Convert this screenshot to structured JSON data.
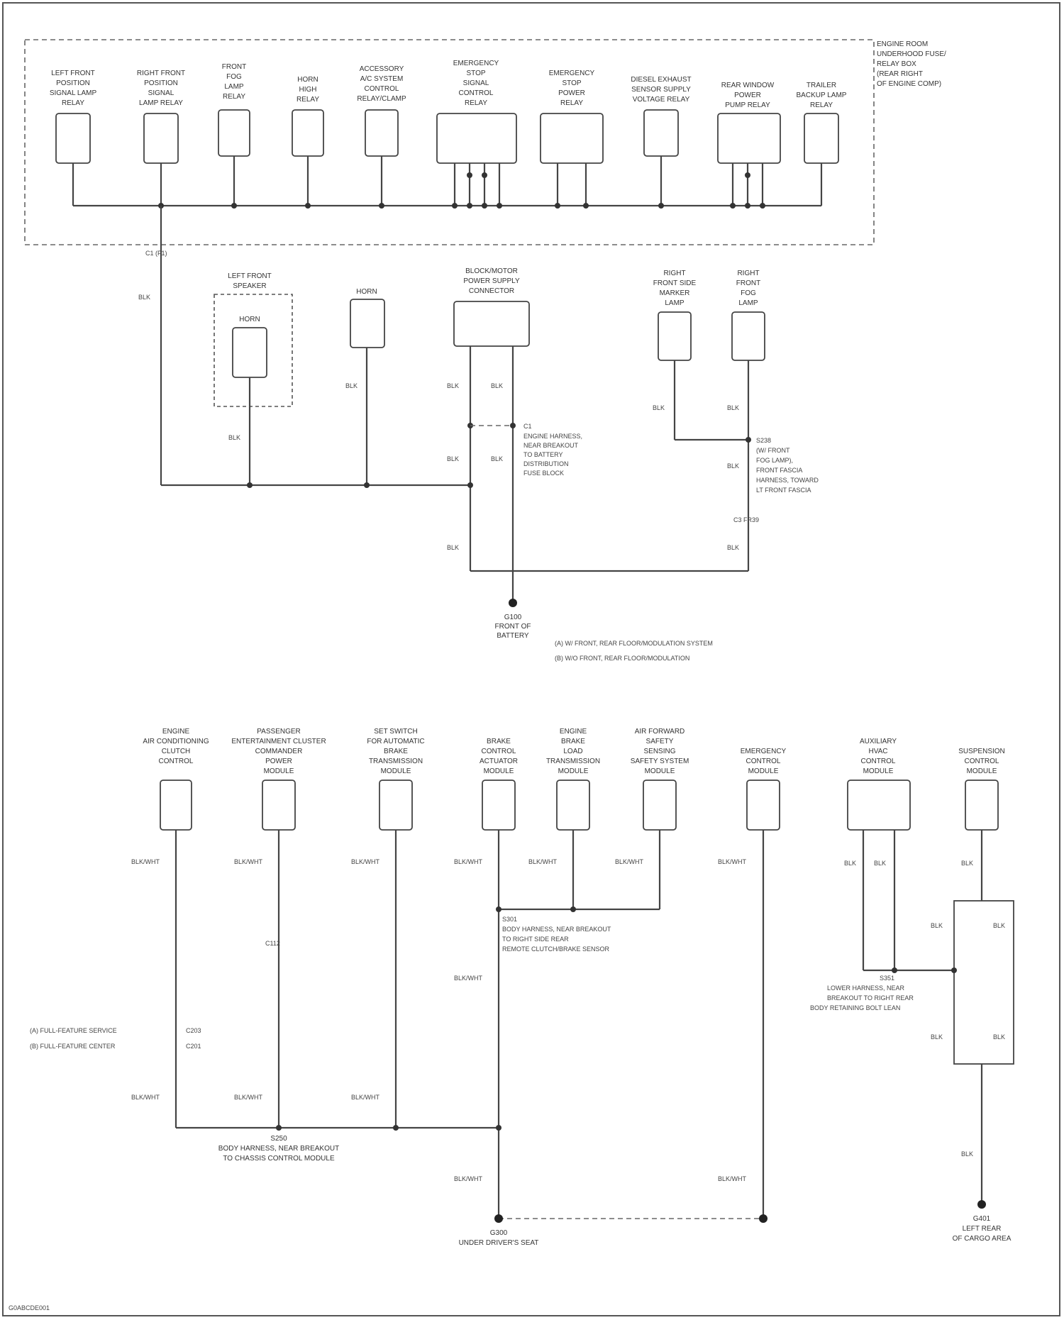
{
  "diagram": {
    "footer_code": "G0ABCDE001",
    "top_panel": {
      "title": [
        "ENGINE ROOM",
        "UNDERHOOD FUSE/",
        "RELAY BOX",
        "(REAR RIGHT",
        "OF ENGINE COMP)"
      ],
      "wire_label": "BLK",
      "connector_label": "C1 (F1)",
      "components": [
        {
          "label": [
            "LEFT FRONT",
            "POSITION",
            "SIGNAL LAMP",
            "RELAY"
          ]
        },
        {
          "label": [
            "RIGHT FRONT",
            "POSITION",
            "SIGNAL",
            "LAMP RELAY"
          ]
        },
        {
          "label": [
            "FRONT",
            "FOG",
            "LAMP",
            "RELAY"
          ]
        },
        {
          "label": [
            "HORN",
            "HIGH",
            "RELAY"
          ]
        },
        {
          "label": [
            "ACCESSORY",
            "A/C SYSTEM",
            "CONTROL",
            "RELAY/CLAMP"
          ]
        },
        {
          "label": [
            "EMERGENCY",
            "STOP",
            "SIGNAL",
            "CONTROL",
            "RELAY"
          ]
        },
        {
          "label": [
            "EMERGENCY",
            "STOP",
            "POWER",
            "RELAY"
          ]
        },
        {
          "label": [
            "DIESEL EXHAUST",
            "SENSOR SUPPLY",
            "VOLTAGE RELAY"
          ]
        },
        {
          "label": [
            "REAR WINDOW",
            "POWER",
            "PUMP RELAY"
          ]
        },
        {
          "label": [
            "TRAILER",
            "BACKUP LAMP",
            "RELAY"
          ]
        }
      ]
    },
    "middle": {
      "left_front_speaker": {
        "label": [
          "LEFT FRONT",
          "SPEAKER"
        ],
        "inner": "HORN"
      },
      "horn": {
        "label": "HORN"
      },
      "connector_block": {
        "label": [
          "BLOCK/MOTOR",
          "POWER SUPPLY",
          "CONNECTOR"
        ]
      },
      "right_front_side_marker": {
        "label": [
          "RIGHT",
          "FRONT SIDE",
          "MARKER",
          "LAMP"
        ]
      },
      "right_front_fog": {
        "label": [
          "RIGHT",
          "FRONT",
          "FOG",
          "LAMP"
        ]
      },
      "splice_left": {
        "id": "C1",
        "label": [
          "ENGINE HARNESS,",
          "NEAR BREAKOUT",
          "TO BATTERY",
          "DISTRIBUTION",
          "FUSE BLOCK"
        ]
      },
      "splice_right": {
        "id": "S238",
        "label": [
          "S238",
          "(W/ FRONT",
          "FOG LAMP),",
          "FRONT FASCIA",
          "HARNESS, TOWARD",
          "LT FRONT FASCIA"
        ]
      },
      "connector_c3": "C3 FR39",
      "ground_g100": [
        "G100",
        "FRONT OF",
        "BATTERY"
      ],
      "legend": [
        "(A) W/ FRONT, REAR FLOOR/MODULATION SYSTEM",
        "(B) W/O FRONT, REAR FLOOR/MODULATION"
      ],
      "wires": {
        "blk": "BLK"
      }
    },
    "bottom": {
      "components": [
        {
          "label": [
            "ENGINE",
            "AIR CONDITIONING",
            "CLUTCH",
            "CONTROL"
          ]
        },
        {
          "label": [
            "PASSENGER",
            "ENTERTAINMENT CLUSTER",
            "COMMANDER",
            "POWER",
            "MODULE"
          ]
        },
        {
          "label": [
            "SET SWITCH",
            "FOR AUTOMATIC",
            "BRAKE",
            "TRANSMISSION",
            "MODULE"
          ]
        },
        {
          "label": [
            "BRAKE",
            "CONTROL",
            "ACTUATOR",
            "MODULE"
          ]
        },
        {
          "label": [
            "ENGINE",
            "BRAKE",
            "LOAD",
            "TRANSMISSION",
            "MODULE"
          ]
        },
        {
          "label": [
            "AIR FORWARD",
            "SAFETY",
            "SENSING",
            "SAFETY SYSTEM",
            "MODULE"
          ]
        },
        {
          "label": [
            "EMERGENCY",
            "CONTROL",
            "MODULE"
          ]
        },
        {
          "label": [
            "AUXILIARY",
            "HVAC",
            "CONTROL",
            "MODULE"
          ]
        },
        {
          "label": [
            "SUSPENSION",
            "CONTROL",
            "MODULE"
          ]
        }
      ],
      "wire_label": "BLK/WHT",
      "blk_label": "BLK",
      "inline_c112": "C112",
      "c203_a": "(A) FULL-FEATURE SERVICE",
      "c203_b": "(B) FULL-FEATURE CENTER",
      "c203": "C203",
      "c201": "C201",
      "splice_s301": [
        "S301",
        "BODY HARNESS, NEAR BREAKOUT",
        "TO RIGHT SIDE REAR",
        "REMOTE CLUTCH/BRAKE SENSOR"
      ],
      "splice_s250": [
        "S250",
        "BODY HARNESS, NEAR BREAKOUT",
        "TO CHASSIS CONTROL MODULE"
      ],
      "splice_s351": [
        "S351",
        "LOWER HARNESS, NEAR",
        "BREAKOUT TO RIGHT REAR",
        "BODY RETAINING BOLT LEAN"
      ],
      "ground_g300": [
        "G300",
        "UNDER DRIVER'S SEAT"
      ],
      "ground_g401": [
        "G401",
        "LEFT REAR",
        "OF CARGO AREA"
      ]
    }
  }
}
